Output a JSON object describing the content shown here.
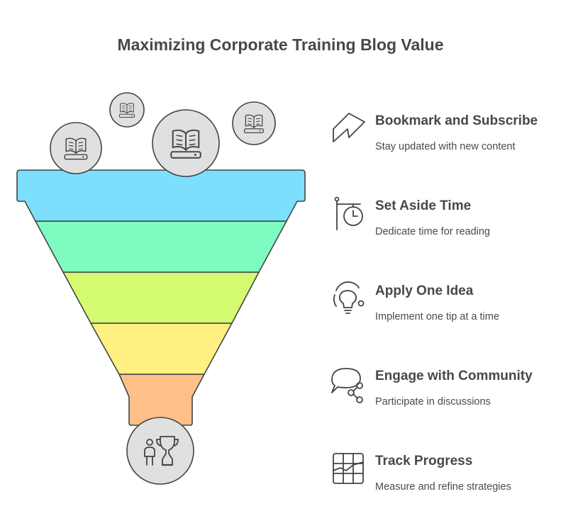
{
  "title": "Maximizing Corporate Training Blog Value",
  "colors": {
    "layer_1": "#7ddffe",
    "layer_2": "#7efbc0",
    "layer_3": "#d3fa70",
    "layer_4": "#fef182",
    "layer_5": "#fec088",
    "outline": "#444444",
    "circle_fill": "#e0e0e0"
  },
  "top_icons": [
    "open-book-icon",
    "open-book-icon",
    "open-book-icon",
    "open-book-icon"
  ],
  "bottom_icon": "person-trophy-icon",
  "steps": [
    {
      "icon": "bookmark-icon",
      "heading": "Bookmark and Subscribe",
      "description": "Stay updated with new content"
    },
    {
      "icon": "clock-sign-icon",
      "heading": "Set Aside Time",
      "description": "Dedicate time for reading"
    },
    {
      "icon": "lightbulb-icon",
      "heading": "Apply One Idea",
      "description": "Implement one tip at a time"
    },
    {
      "icon": "chat-share-icon",
      "heading": "Engage with Community",
      "description": "Participate in discussions"
    },
    {
      "icon": "growth-chart-icon",
      "heading": "Track Progress",
      "description": "Measure and refine strategies"
    }
  ]
}
